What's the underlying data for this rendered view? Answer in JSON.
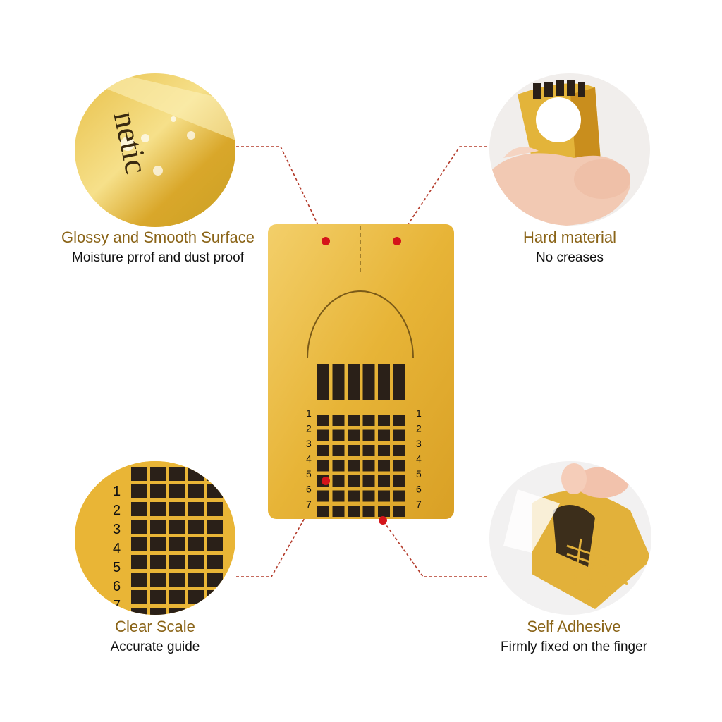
{
  "features": [
    {
      "title": "Glossy and Smooth Surface",
      "subtitle": "Moisture prrof and dust proof"
    },
    {
      "title": "Hard material",
      "subtitle": "No creases"
    },
    {
      "title": "Clear Scale",
      "subtitle": "Accurate guide"
    },
    {
      "title": "Self Adhesive",
      "subtitle": "Firmly fixed on the finger"
    }
  ],
  "scale_numbers": [
    "1",
    "2",
    "3",
    "4",
    "5",
    "6",
    "7"
  ],
  "glossy_text": "netic",
  "colors": {
    "gold": "#e8b73a",
    "gold_dark": "#c9921c",
    "accent_dot": "#d4141a",
    "title": "#8a6418",
    "grid": "#2a2018"
  }
}
